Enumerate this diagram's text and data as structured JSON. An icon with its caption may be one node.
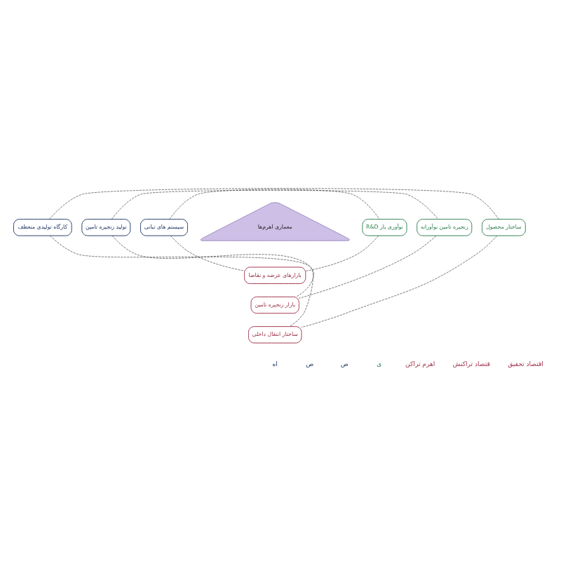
{
  "diagram": {
    "nodes": [
      {
        "text": [
          "معماری اهرم‌ها"
        ]
      },
      {
        "text": [
          "کارگاه تولیدی منعطف"
        ]
      },
      {
        "text": [
          "تولید زنجیره تامین"
        ]
      },
      {
        "text": [
          "سیستم های تبانی"
        ]
      },
      {
        "text": [
          "ساختار محصول"
        ]
      },
      {
        "text": [
          "زنجیره تامین نوآورانه"
        ]
      },
      {
        "text": [
          "R&D نوآوری باز"
        ]
      },
      {
        "text": [
          "بازارهای عرضه و تقاضا"
        ]
      },
      {
        "text": [
          "بازار زنجیره تامین"
        ]
      },
      {
        "text": [
          "ساختار انتقال داخلی"
        ]
      }
    ],
    "edges": [
      {
        "from": 1,
        "to": 4,
        "arrow": "none",
        "style": "dashed"
      },
      {
        "from": 1,
        "to": 9,
        "arrow": "none",
        "style": "dashed"
      },
      {
        "from": 4,
        "to": 9,
        "arrow": "none",
        "style": "dashed"
      },
      {
        "from": 2,
        "to": 5,
        "arrow": "none",
        "style": "dashed"
      },
      {
        "from": 2,
        "to": 8,
        "arrow": "none",
        "style": "dashed"
      },
      {
        "from": 5,
        "to": 8,
        "arrow": "none",
        "style": "dashed"
      },
      {
        "from": 3,
        "to": 6,
        "arrow": "none",
        "style": "dashed"
      },
      {
        "from": 3,
        "to": 7,
        "arrow": "none",
        "style": "dashed"
      },
      {
        "from": 6,
        "to": 7,
        "arrow": "none",
        "style": "dashed"
      }
    ],
    "labels": [
      "اه",
      "ص",
      "ص",
      "ی",
      "اهرم تراکن",
      "قتصاد تراکنش",
      "اقتصاد تحقیق"
    ]
  }
}
